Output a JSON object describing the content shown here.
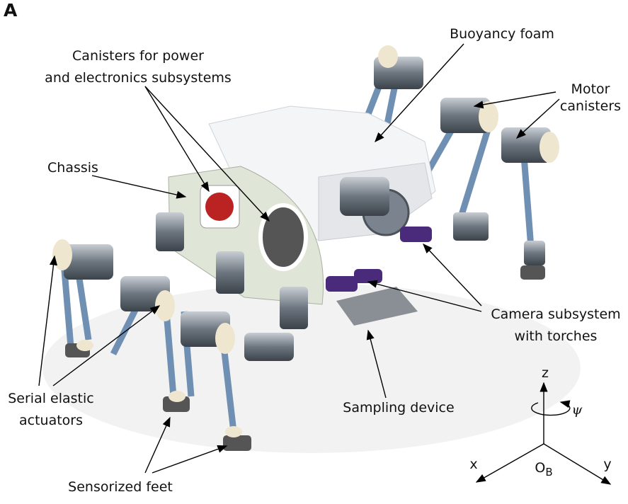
{
  "panel_label": "A",
  "labels": {
    "buoyancy": "Buoyancy foam",
    "canisters_1": "Canisters for power",
    "canisters_2": "and electronics subsystems",
    "motor_1": "Motor",
    "motor_2": "canisters",
    "chassis": "Chassis",
    "camera_1": "Camera subsystem",
    "camera_2": "with torches",
    "sea_1": "Serial elastic",
    "sea_2": "actuators",
    "sampling": "Sampling device",
    "feet": "Sensorized feet"
  },
  "axes": {
    "z": "z",
    "x": "x",
    "y": "y",
    "psi": "ψ",
    "origin": "O",
    "origin_sub": "B"
  },
  "colors": {
    "foam": "#f4f5f7",
    "chassis": "#dfe6d8",
    "metal": "#8d97a3",
    "blue": "#5b7ea6",
    "torch": "#4a2a7a"
  }
}
